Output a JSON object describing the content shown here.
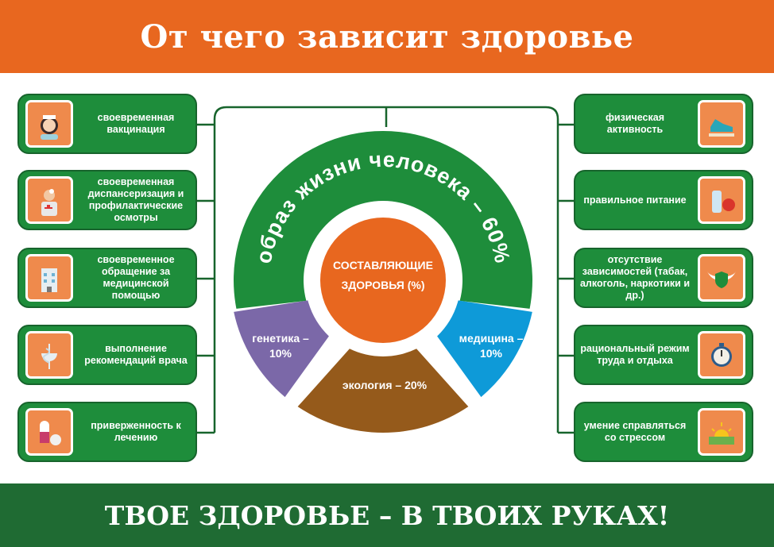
{
  "header": {
    "title": "От чего зависит здоровье"
  },
  "footer": {
    "slogan": "ТВОЕ ЗДОРОВЬЕ – В ТВОИХ РУКАХ!"
  },
  "center": {
    "core_label_line1": "СОСТАВЛЯЮЩИЕ",
    "core_label_line2": "ЗДОРОВЬЯ (%)",
    "lifestyle": "образ жизни человека – 60%",
    "genetics_line1": "генетика –",
    "genetics_line2": "10%",
    "ecology": "экология – 20%",
    "medicine_line1": "медицина –",
    "medicine_line2": "10%"
  },
  "colors": {
    "header": "#e8671f",
    "footer": "#1f6b33",
    "box": "#1e8d3b",
    "lifestyle": "#1e8d3b",
    "core": "#e8671f",
    "genetics": "#7b68a8",
    "ecology": "#955a1b",
    "medicine": "#0e9ad8"
  },
  "left_items": [
    {
      "label": "своевременная вакцинация",
      "icon": "nurse-icon"
    },
    {
      "label": "своевременная диспансеризация и профилактические осмотры",
      "icon": "doctor-icon"
    },
    {
      "label": "своевременное обращение за медицинской помощью",
      "icon": "hospital-icon"
    },
    {
      "label": "выполнение рекомендаций врача",
      "icon": "medicine-snake-bowl-icon"
    },
    {
      "label": "приверженность к лечению",
      "icon": "pills-icon"
    }
  ],
  "right_items": [
    {
      "label": "физическая активность",
      "icon": "sneaker-icon"
    },
    {
      "label": "правильное питание",
      "icon": "water-apple-icon"
    },
    {
      "label": "отсутствие зависимостей (табак, алкоголь, наркотики и др.)",
      "icon": "winged-shield-icon"
    },
    {
      "label": "рациональный режим труда и отдыха",
      "icon": "stopwatch-icon"
    },
    {
      "label": "умение справляться со стрессом",
      "icon": "sunrise-icon"
    }
  ]
}
